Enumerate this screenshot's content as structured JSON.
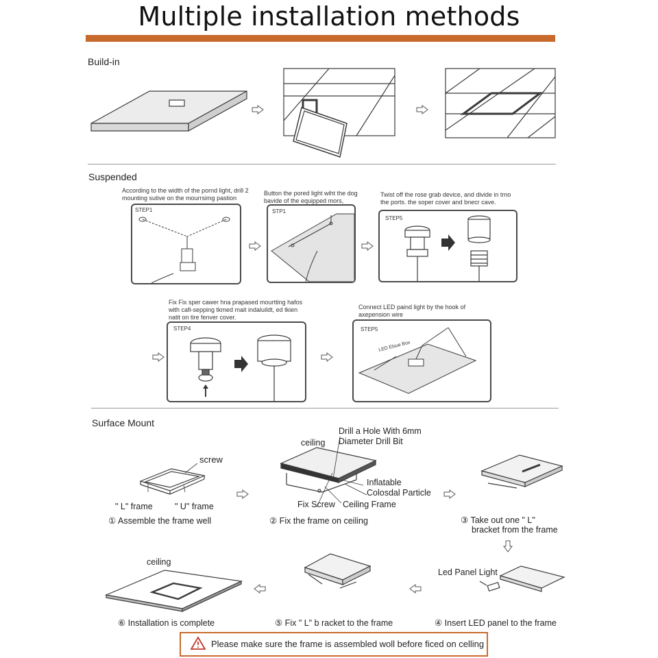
{
  "title": "Multiple installation methods",
  "sections": {
    "build_in": "Build-in",
    "suspended": "Suspended",
    "surface_mount": "Surface Mount"
  },
  "suspended": {
    "step1": {
      "desc_line1": "According to the width of the pornd light, drill 2",
      "desc_line2": "mounting sutive on the mourrsimg pastion",
      "tag": "STEP1"
    },
    "step2": {
      "desc_line1": "Button the pored light wiht the dog",
      "desc_line2": "bavide of the equipped mors,",
      "tag": "STP1"
    },
    "step3": {
      "desc_line1": "Twist off the rose grab device, and divide in trno",
      "desc_line2": "the ports. the soper cover and bnecr cave.",
      "tag": "STEP5"
    },
    "step4": {
      "desc_line1": "Fix Fix sper cawer hna prapased mourtting hafos",
      "desc_line2": "with cafi-sepping tkmed mait indaluildt, ed tkien",
      "desc_line3": "natit on tire fenver cover.",
      "tag": "STEP4"
    },
    "step5": {
      "desc_line1": "Connect LED paind light by the hook of",
      "desc_line2": "axepension wire",
      "tag": "STEP5",
      "inner_label": "LED Elsue Box"
    }
  },
  "surface": {
    "screw": "screw",
    "l_frame": "\" L\"  frame",
    "u_frame": "\" U\"  frame",
    "step1": "① Assemble the frame well",
    "ceiling_top": "ceiling",
    "drill_line1": "Drill a Hole With 6mm",
    "drill_line2": "Diameter Drill Bit",
    "inflatable_line1": "Inflatable",
    "inflatable_line2": "Colosdal Particle",
    "fix_screw": "Fix Screw",
    "ceiling_frame": "Ceiling Frame",
    "step2": "② Fix the frame on ceiling",
    "step3_line1": "③ Take out one \" L\"",
    "step3_line2": "bracket from the frame",
    "led_panel_light": "Led Panel Light",
    "step4": "④ Insert LED panel to the frame",
    "step5": "⑤ Fix \" L\" b  racket to the frame",
    "ceiling_bottom": "ceiling",
    "step6": "⑥ Installation is complete",
    "warning": "Please make sure the frame is assembled woll before ficed on celling"
  },
  "colors": {
    "accent": "#c86a2c",
    "line": "#3a3a3a",
    "panel_fill": "#e6e6e6"
  }
}
